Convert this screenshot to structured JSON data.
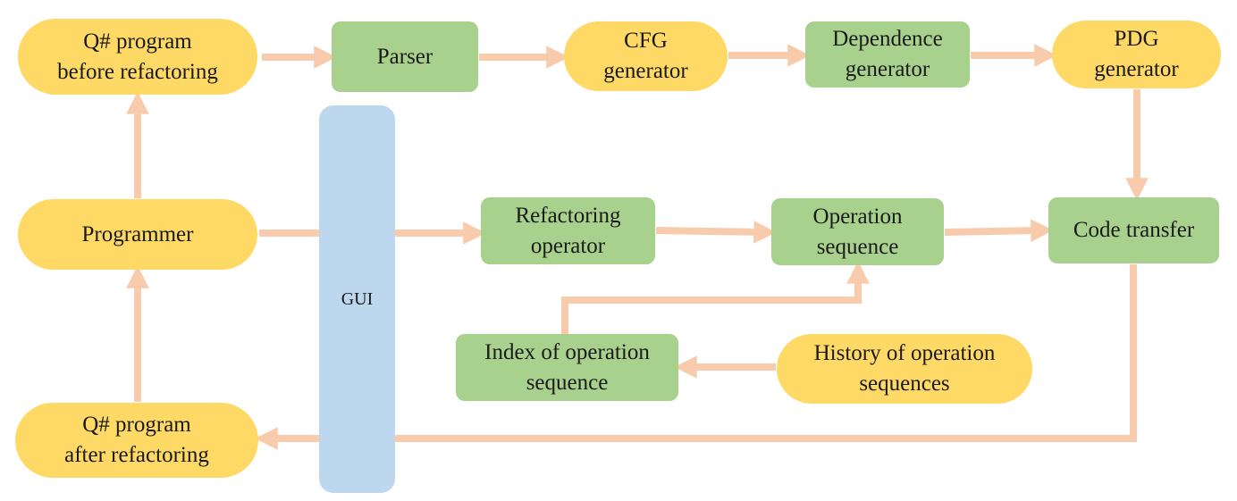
{
  "colors": {
    "terminal": "#FFD966",
    "process": "#A9D18E",
    "gui": "#BDD7EE",
    "arrow": "#F8CBAD"
  },
  "nodes": {
    "q_before": "Q# program\nbefore refactoring",
    "parser": "Parser",
    "cfg": "CFG\ngenerator",
    "dependence": "Dependence\ngenerator",
    "pdg": "PDG\ngenerator",
    "programmer": "Programmer",
    "gui": "GUI",
    "refactoring_operator": "Refactoring\noperator",
    "operation_sequence": "Operation\nsequence",
    "code_transfer": "Code transfer",
    "index": "Index of operation\nsequence",
    "history": "History of operation\nsequences",
    "q_after": "Q# program\nafter refactoring"
  }
}
